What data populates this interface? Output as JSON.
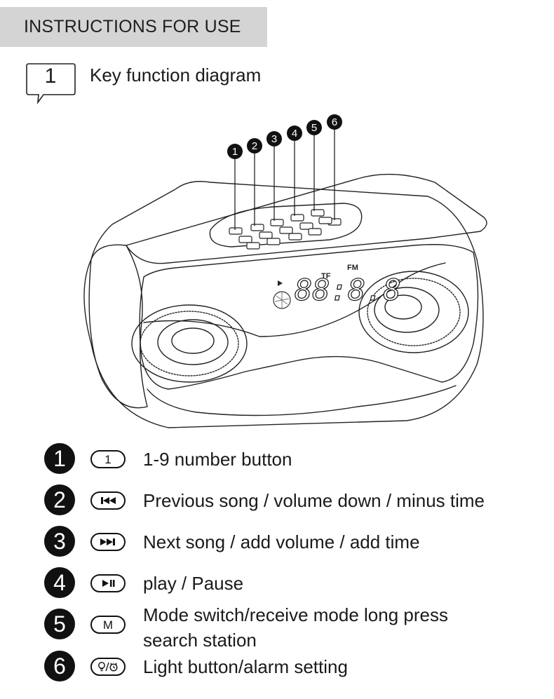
{
  "header": {
    "title": "INSTRUCTIONS FOR USE"
  },
  "section": {
    "number": "1",
    "title": "Key function diagram"
  },
  "diagram": {
    "callouts": [
      "1",
      "2",
      "3",
      "4",
      "5",
      "6"
    ],
    "display": {
      "digits": "88:8.8",
      "tf": "TF",
      "fm": "FM"
    }
  },
  "keys": [
    {
      "num": "1",
      "icon": "number-one-icon",
      "key_text": "1",
      "label": "1-9 number button"
    },
    {
      "num": "2",
      "icon": "previous-track-icon",
      "key_text": "",
      "label": "Previous song / volume down / minus time"
    },
    {
      "num": "3",
      "icon": "next-track-icon",
      "key_text": "",
      "label": "Next song / add volume / add time"
    },
    {
      "num": "4",
      "icon": "play-pause-icon",
      "key_text": "",
      "label": "play / Pause"
    },
    {
      "num": "5",
      "icon": "mode-icon",
      "key_text": "M",
      "label": "Mode switch/receive mode long press",
      "label2": "search station"
    },
    {
      "num": "6",
      "icon": "light-alarm-icon",
      "key_text": "",
      "label": "Light button/alarm setting"
    }
  ]
}
